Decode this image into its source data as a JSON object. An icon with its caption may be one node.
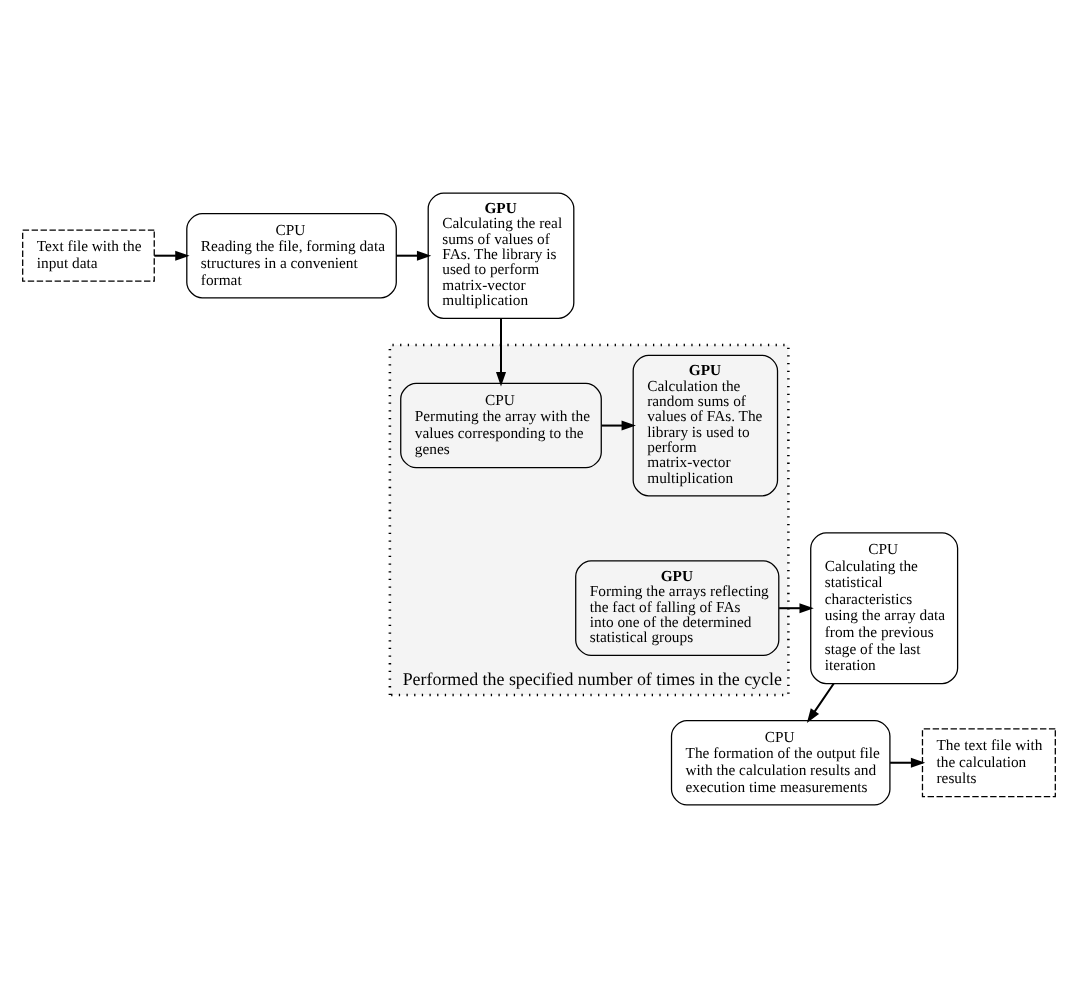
{
  "diagram": {
    "nodes": [
      {
        "text": [
          "Text file with the input data"
        ]
      },
      {
        "text": [
          "CPU",
          "Reading the file, forming data structures in a convenient format"
        ]
      },
      {
        "text": [
          "GPU",
          "Calculating the real sums of values of FAs. The library is used to perform matrix-vector multiplication"
        ]
      },
      {
        "text": [
          "Performed the specified number of times in the cycle"
        ]
      },
      {
        "text": [
          "GPU",
          "Calculation the random sums of values of FAs. The library is used to perform matrix-vector multiplication"
        ],
        "in": 3
      },
      {
        "text": [
          "CPU",
          "Permuting the array with the values corresponding to the genes"
        ],
        "in": 3
      },
      {
        "text": [
          "GPU",
          "Forming the arrays reflecting the fact of falling of FAs into one of the determined statistical groups"
        ],
        "in": 3
      },
      {
        "text": [
          "CPU",
          "Calculating the statistical characteristics using the array data from the previous stage of the last iteration"
        ]
      },
      {
        "text": [
          "CPU",
          "The formation of the output file with the calculation results and execution time measurements"
        ]
      },
      {
        "text": [
          "The text file with the calculation results"
        ]
      }
    ],
    "edges": [
      {
        "from": 0,
        "to": 1,
        "arrow": "to"
      },
      {
        "from": 1,
        "to": 2,
        "arrow": "to"
      },
      {
        "from": 2,
        "to": 5,
        "arrow": "to"
      },
      {
        "from": 5,
        "to": 4,
        "arrow": "to"
      },
      {
        "from": 6,
        "to": 7,
        "arrow": "to"
      },
      {
        "from": 7,
        "to": 8,
        "arrow": "to"
      },
      {
        "from": 8,
        "to": 9,
        "arrow": "to"
      }
    ]
  }
}
